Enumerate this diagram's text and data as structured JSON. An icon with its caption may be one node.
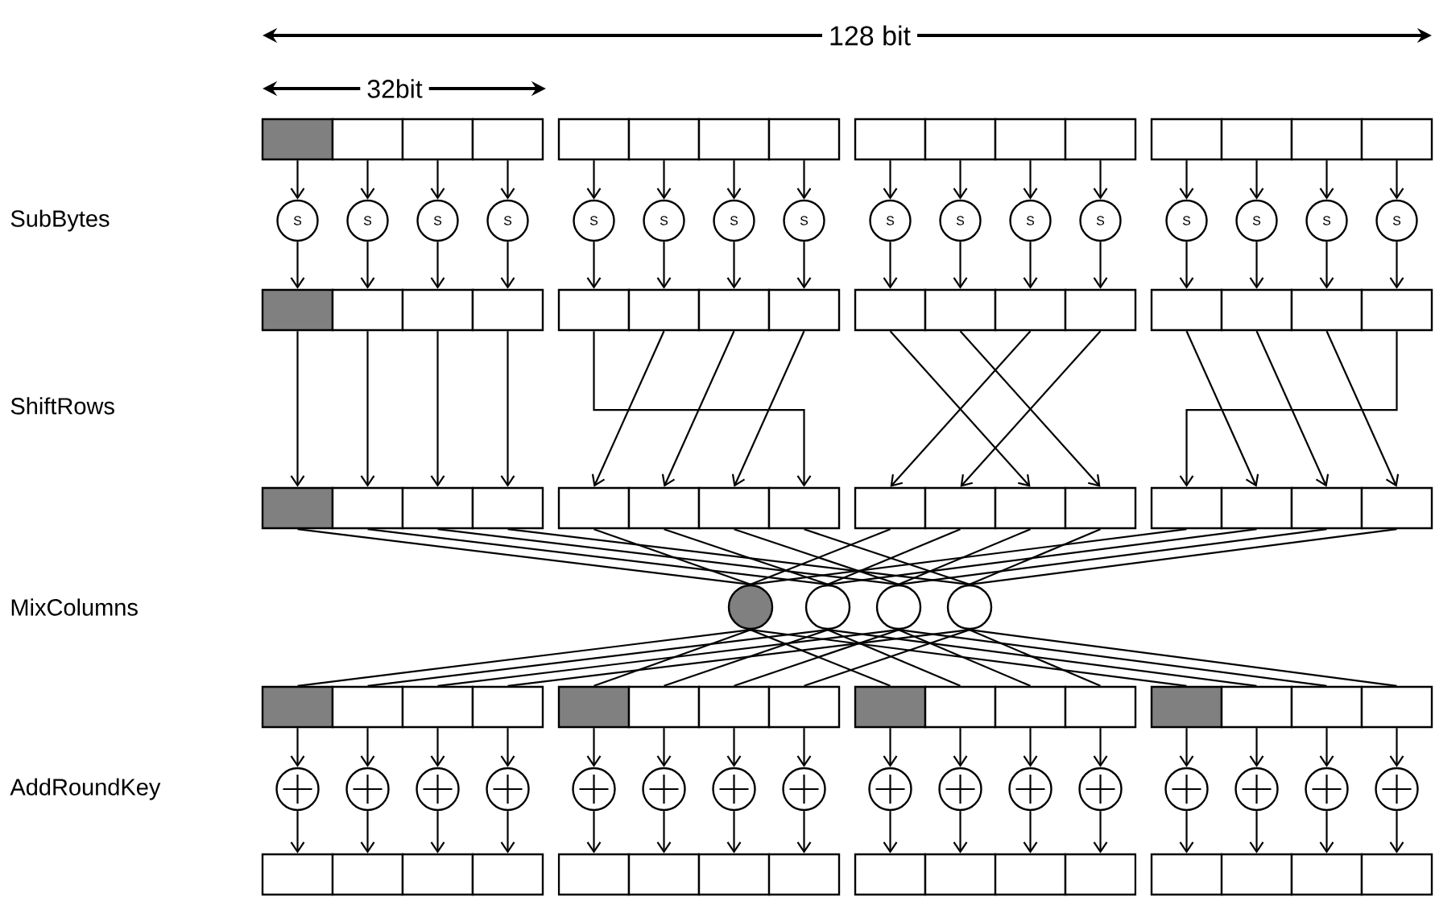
{
  "diagram": {
    "nodes": [
      {
        "text": [],
        "shape": "box"
      },
      {
        "text": [],
        "shape": "box"
      },
      {
        "text": [],
        "shape": "box"
      },
      {
        "text": [],
        "shape": "box"
      },
      {
        "text": [],
        "shape": "box"
      },
      {
        "text": [],
        "shape": "box"
      },
      {
        "text": [],
        "shape": "box"
      },
      {
        "text": [],
        "shape": "box"
      },
      {
        "text": [],
        "shape": "box"
      },
      {
        "text": [],
        "shape": "box"
      },
      {
        "text": [],
        "shape": "box"
      },
      {
        "text": [],
        "shape": "box"
      },
      {
        "text": [],
        "shape": "box"
      },
      {
        "text": [],
        "shape": "box"
      },
      {
        "text": [],
        "shape": "box"
      },
      {
        "text": [],
        "shape": "box"
      },
      {
        "text": [
          "S"
        ]
      },
      {
        "text": [
          "S"
        ]
      },
      {
        "text": [
          "S"
        ]
      },
      {
        "text": [
          "S"
        ]
      },
      {
        "text": [
          "S"
        ]
      },
      {
        "text": [
          "S"
        ]
      },
      {
        "text": [
          "S"
        ]
      },
      {
        "text": [
          "S"
        ]
      },
      {
        "text": [
          "S"
        ]
      },
      {
        "text": [
          "S"
        ]
      },
      {
        "text": [
          "S"
        ]
      },
      {
        "text": [
          "S"
        ]
      },
      {
        "text": [
          "S"
        ]
      },
      {
        "text": [
          "S"
        ]
      },
      {
        "text": [
          "S"
        ]
      },
      {
        "text": [
          "S"
        ]
      },
      {
        "text": [],
        "shape": "box"
      },
      {
        "text": [],
        "shape": "box"
      },
      {
        "text": [],
        "shape": "box"
      },
      {
        "text": [],
        "shape": "box"
      },
      {
        "text": [],
        "shape": "box"
      },
      {
        "text": [],
        "shape": "box"
      },
      {
        "text": [],
        "shape": "box"
      },
      {
        "text": [],
        "shape": "box"
      },
      {
        "text": [],
        "shape": "box"
      },
      {
        "text": [],
        "shape": "box"
      },
      {
        "text": [],
        "shape": "box"
      },
      {
        "text": [],
        "shape": "box"
      },
      {
        "text": [],
        "shape": "box"
      },
      {
        "text": [],
        "shape": "box"
      },
      {
        "text": [],
        "shape": "box"
      },
      {
        "text": [],
        "shape": "box"
      },
      {
        "text": [],
        "shape": "box"
      },
      {
        "text": [],
        "shape": "box"
      },
      {
        "text": [],
        "shape": "box"
      },
      {
        "text": [],
        "shape": "box"
      },
      {
        "text": [],
        "shape": "box"
      },
      {
        "text": [],
        "shape": "box"
      },
      {
        "text": [],
        "shape": "box"
      },
      {
        "text": [],
        "shape": "box"
      },
      {
        "text": [],
        "shape": "box"
      },
      {
        "text": [],
        "shape": "box"
      },
      {
        "text": [],
        "shape": "box"
      },
      {
        "text": [],
        "shape": "box"
      },
      {
        "text": [],
        "shape": "box"
      },
      {
        "text": [],
        "shape": "box"
      },
      {
        "text": [],
        "shape": "box"
      },
      {
        "text": [],
        "shape": "box"
      },
      {
        "text": [],
        "shape": "circle"
      },
      {
        "text": [],
        "shape": "circle"
      },
      {
        "text": [],
        "shape": "circle"
      },
      {
        "text": [],
        "shape": "circle"
      },
      {
        "text": [],
        "shape": "box"
      },
      {
        "text": [],
        "shape": "box"
      },
      {
        "text": [],
        "shape": "box"
      },
      {
        "text": [],
        "shape": "box"
      },
      {
        "text": [],
        "shape": "box"
      },
      {
        "text": [],
        "shape": "box"
      },
      {
        "text": [],
        "shape": "box"
      },
      {
        "text": [],
        "shape": "box"
      },
      {
        "text": [],
        "shape": "box"
      },
      {
        "text": [],
        "shape": "box"
      },
      {
        "text": [],
        "shape": "box"
      },
      {
        "text": [],
        "shape": "box"
      },
      {
        "text": [],
        "shape": "box"
      },
      {
        "text": [],
        "shape": "box"
      },
      {
        "text": [],
        "shape": "box"
      },
      {
        "text": [],
        "shape": "box"
      },
      {
        "text": [],
        "shape": "circle"
      },
      {
        "text": [],
        "shape": "circle"
      },
      {
        "text": [],
        "shape": "circle"
      },
      {
        "text": [],
        "shape": "circle"
      },
      {
        "text": [],
        "shape": "circle"
      },
      {
        "text": [],
        "shape": "circle"
      },
      {
        "text": [],
        "shape": "circle"
      },
      {
        "text": [],
        "shape": "circle"
      },
      {
        "text": [],
        "shape": "circle"
      },
      {
        "text": [],
        "shape": "circle"
      },
      {
        "text": [],
        "shape": "circle"
      },
      {
        "text": [],
        "shape": "circle"
      },
      {
        "text": [],
        "shape": "circle"
      },
      {
        "text": [],
        "shape": "circle"
      },
      {
        "text": [],
        "shape": "circle"
      },
      {
        "text": [],
        "shape": "circle"
      },
      {
        "text": [],
        "shape": "box"
      },
      {
        "text": [],
        "shape": "box"
      },
      {
        "text": [],
        "shape": "box"
      },
      {
        "text": [],
        "shape": "box"
      },
      {
        "text": [],
        "shape": "box"
      },
      {
        "text": [],
        "shape": "box"
      },
      {
        "text": [],
        "shape": "box"
      },
      {
        "text": [],
        "shape": "box"
      },
      {
        "text": [],
        "shape": "box"
      },
      {
        "text": [],
        "shape": "box"
      },
      {
        "text": [],
        "shape": "box"
      },
      {
        "text": [],
        "shape": "box"
      },
      {
        "text": [],
        "shape": "box"
      },
      {
        "text": [],
        "shape": "box"
      },
      {
        "text": [],
        "shape": "box"
      },
      {
        "text": [],
        "shape": "box"
      }
    ],
    "edges": [
      {
        "from": 0,
        "to": 16,
        "arrow": "to"
      },
      {
        "from": 1,
        "to": 17,
        "arrow": "to"
      },
      {
        "from": 2,
        "to": 18,
        "arrow": "to"
      },
      {
        "from": 3,
        "to": 19,
        "arrow": "to"
      },
      {
        "from": 4,
        "to": 20,
        "arrow": "to"
      },
      {
        "from": 5,
        "to": 21,
        "arrow": "to"
      },
      {
        "from": 6,
        "to": 22,
        "arrow": "to"
      },
      {
        "from": 7,
        "to": 23,
        "arrow": "to"
      },
      {
        "from": 8,
        "to": 24,
        "arrow": "to"
      },
      {
        "from": 9,
        "to": 25,
        "arrow": "to"
      },
      {
        "from": 10,
        "to": 26,
        "arrow": "to"
      },
      {
        "from": 11,
        "to": 27,
        "arrow": "to"
      },
      {
        "from": 12,
        "to": 28,
        "arrow": "to"
      },
      {
        "from": 13,
        "to": 29,
        "arrow": "to"
      },
      {
        "from": 14,
        "to": 30,
        "arrow": "to"
      },
      {
        "from": 15,
        "to": 31,
        "arrow": "to"
      },
      {
        "from": 16,
        "to": 32,
        "arrow": "to"
      },
      {
        "from": 17,
        "to": 33,
        "arrow": "to"
      },
      {
        "from": 18,
        "to": 34,
        "arrow": "to"
      },
      {
        "from": 19,
        "to": 35,
        "arrow": "to"
      },
      {
        "from": 20,
        "to": 36,
        "arrow": "to"
      },
      {
        "from": 21,
        "to": 37,
        "arrow": "to"
      },
      {
        "from": 22,
        "to": 38,
        "arrow": "to"
      },
      {
        "from": 23,
        "to": 39,
        "arrow": "to"
      },
      {
        "from": 24,
        "to": 40,
        "arrow": "to"
      },
      {
        "from": 25,
        "to": 41,
        "arrow": "to"
      },
      {
        "from": 26,
        "to": 42,
        "arrow": "to"
      },
      {
        "from": 27,
        "to": 43,
        "arrow": "to"
      },
      {
        "from": 28,
        "to": 44,
        "arrow": "to"
      },
      {
        "from": 29,
        "to": 45,
        "arrow": "to"
      },
      {
        "from": 30,
        "to": 46,
        "arrow": "to"
      },
      {
        "from": 31,
        "to": 47,
        "arrow": "to"
      },
      {
        "from": 32,
        "to": 48,
        "arrow": "to"
      },
      {
        "from": 33,
        "to": 49,
        "arrow": "to"
      },
      {
        "from": 34,
        "to": 50,
        "arrow": "to"
      },
      {
        "from": 35,
        "to": 51,
        "arrow": "to"
      },
      {
        "from": 36,
        "to": 55,
        "arrow": "to"
      },
      {
        "from": 37,
        "to": 52,
        "arrow": "to"
      },
      {
        "from": 38,
        "to": 53,
        "arrow": "to"
      },
      {
        "from": 39,
        "to": 54,
        "arrow": "to"
      },
      {
        "from": 40,
        "to": 58,
        "arrow": "to"
      },
      {
        "from": 41,
        "to": 59,
        "arrow": "to"
      },
      {
        "from": 42,
        "to": 56,
        "arrow": "to"
      },
      {
        "from": 43,
        "to": 57,
        "arrow": "to"
      },
      {
        "from": 44,
        "to": 61,
        "arrow": "to"
      },
      {
        "from": 45,
        "to": 62,
        "arrow": "to"
      },
      {
        "from": 46,
        "to": 63,
        "arrow": "to"
      },
      {
        "from": 47,
        "to": 60,
        "arrow": "to"
      },
      {
        "from": 48,
        "to": 64,
        "arrow": "none"
      },
      {
        "from": 49,
        "to": 65,
        "arrow": "none"
      },
      {
        "from": 50,
        "to": 66,
        "arrow": "none"
      },
      {
        "from": 51,
        "to": 67,
        "arrow": "none"
      },
      {
        "from": 52,
        "to": 64,
        "arrow": "none"
      },
      {
        "from": 53,
        "to": 65,
        "arrow": "none"
      },
      {
        "from": 54,
        "to": 66,
        "arrow": "none"
      },
      {
        "from": 55,
        "to": 67,
        "arrow": "none"
      },
      {
        "from": 56,
        "to": 64,
        "arrow": "none"
      },
      {
        "from": 57,
        "to": 65,
        "arrow": "none"
      },
      {
        "from": 58,
        "to": 66,
        "arrow": "none"
      },
      {
        "from": 59,
        "to": 67,
        "arrow": "none"
      },
      {
        "from": 60,
        "to": 64,
        "arrow": "none"
      },
      {
        "from": 61,
        "to": 65,
        "arrow": "none"
      },
      {
        "from": 62,
        "to": 66,
        "arrow": "none"
      },
      {
        "from": 63,
        "to": 67,
        "arrow": "none"
      },
      {
        "from": 64,
        "to": 68,
        "arrow": "none"
      },
      {
        "from": 65,
        "to": 69,
        "arrow": "none"
      },
      {
        "from": 66,
        "to": 70,
        "arrow": "none"
      },
      {
        "from": 67,
        "to": 71,
        "arrow": "none"
      },
      {
        "from": 64,
        "to": 72,
        "arrow": "none"
      },
      {
        "from": 65,
        "to": 73,
        "arrow": "none"
      },
      {
        "from": 66,
        "to": 74,
        "arrow": "none"
      },
      {
        "from": 67,
        "to": 75,
        "arrow": "none"
      },
      {
        "from": 64,
        "to": 76,
        "arrow": "none"
      },
      {
        "from": 65,
        "to": 77,
        "arrow": "none"
      },
      {
        "from": 66,
        "to": 78,
        "arrow": "none"
      },
      {
        "from": 67,
        "to": 79,
        "arrow": "none"
      },
      {
        "from": 64,
        "to": 80,
        "arrow": "none"
      },
      {
        "from": 65,
        "to": 81,
        "arrow": "none"
      },
      {
        "from": 66,
        "to": 82,
        "arrow": "none"
      },
      {
        "from": 67,
        "to": 83,
        "arrow": "none"
      },
      {
        "from": 68,
        "to": 84,
        "arrow": "to"
      },
      {
        "from": 69,
        "to": 85,
        "arrow": "to"
      },
      {
        "from": 70,
        "to": 86,
        "arrow": "to"
      },
      {
        "from": 71,
        "to": 87,
        "arrow": "to"
      },
      {
        "from": 72,
        "to": 88,
        "arrow": "to"
      },
      {
        "from": 73,
        "to": 89,
        "arrow": "to"
      },
      {
        "from": 74,
        "to": 90,
        "arrow": "to"
      },
      {
        "from": 75,
        "to": 91,
        "arrow": "to"
      },
      {
        "from": 76,
        "to": 92,
        "arrow": "to"
      },
      {
        "from": 77,
        "to": 93,
        "arrow": "to"
      },
      {
        "from": 78,
        "to": 94,
        "arrow": "to"
      },
      {
        "from": 79,
        "to": 95,
        "arrow": "to"
      },
      {
        "from": 80,
        "to": 96,
        "arrow": "to"
      },
      {
        "from": 81,
        "to": 97,
        "arrow": "to"
      },
      {
        "from": 82,
        "to": 98,
        "arrow": "to"
      },
      {
        "from": 83,
        "to": 99,
        "arrow": "to"
      },
      {
        "from": 84,
        "to": 100,
        "arrow": "to"
      },
      {
        "from": 85,
        "to": 101,
        "arrow": "to"
      },
      {
        "from": 86,
        "to": 102,
        "arrow": "to"
      },
      {
        "from": 87,
        "to": 103,
        "arrow": "to"
      },
      {
        "from": 88,
        "to": 104,
        "arrow": "to"
      },
      {
        "from": 89,
        "to": 105,
        "arrow": "to"
      },
      {
        "from": 90,
        "to": 106,
        "arrow": "to"
      },
      {
        "from": 91,
        "to": 107,
        "arrow": "to"
      },
      {
        "from": 92,
        "to": 108,
        "arrow": "to"
      },
      {
        "from": 93,
        "to": 109,
        "arrow": "to"
      },
      {
        "from": 94,
        "to": 110,
        "arrow": "to"
      },
      {
        "from": 95,
        "to": 111,
        "arrow": "to"
      },
      {
        "from": 96,
        "to": 112,
        "arrow": "to"
      },
      {
        "from": 97,
        "to": 113,
        "arrow": "to"
      },
      {
        "from": 98,
        "to": 114,
        "arrow": "to"
      },
      {
        "from": 99,
        "to": 115,
        "arrow": "to"
      }
    ],
    "labels": [
      "128 bit",
      "32bit",
      "SubBytes",
      "ShiftRows",
      "MixColumns",
      "AddRoundKey"
    ]
  }
}
